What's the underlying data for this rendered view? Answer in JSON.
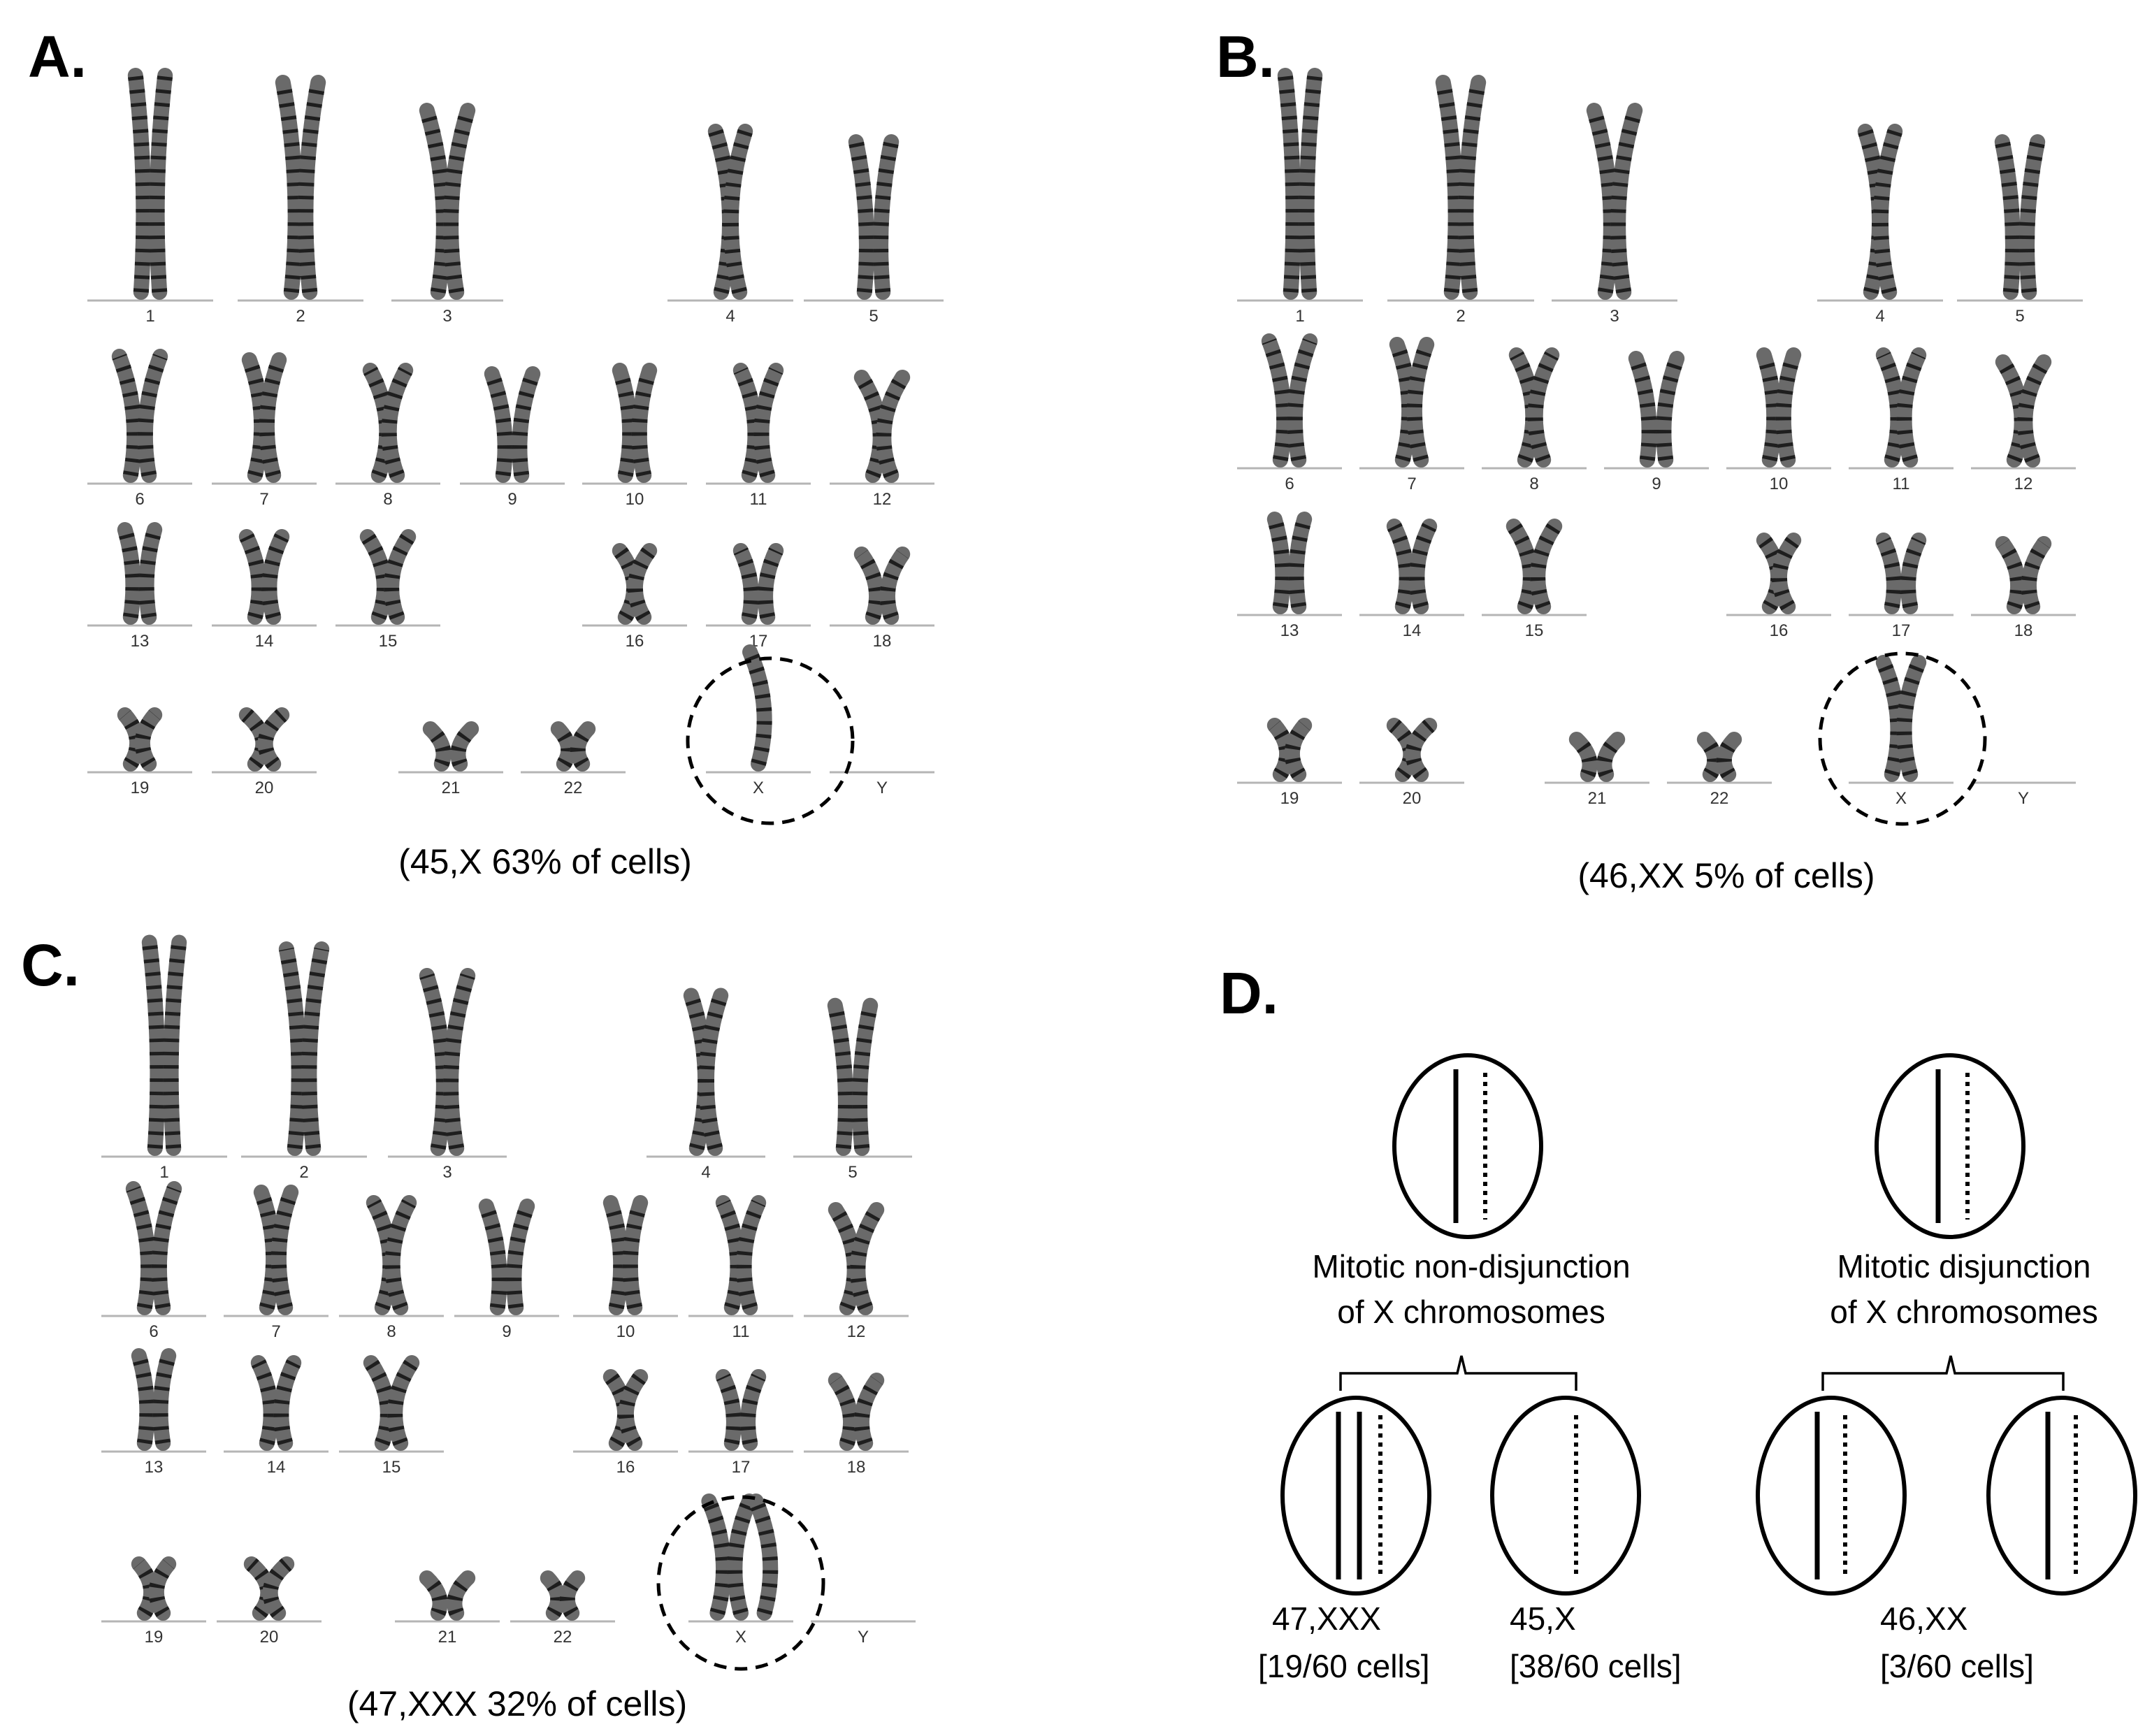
{
  "panels": [
    {
      "letter": "A.",
      "caption": "(45,X 63% of cells)",
      "labels": [
        "1",
        "2",
        "3",
        "4",
        "5",
        "6",
        "7",
        "8",
        "9",
        "10",
        "11",
        "12",
        "13",
        "14",
        "15",
        "16",
        "17",
        "18",
        "19",
        "20",
        "21",
        "22",
        "X",
        "Y"
      ]
    },
    {
      "letter": "B.",
      "caption": "(46,XX 5% of cells)",
      "labels": [
        "1",
        "2",
        "3",
        "4",
        "5",
        "6",
        "7",
        "8",
        "9",
        "10",
        "11",
        "12",
        "13",
        "14",
        "15",
        "16",
        "17",
        "18",
        "19",
        "20",
        "21",
        "22",
        "X",
        "Y"
      ]
    },
    {
      "letter": "C.",
      "caption": "(47,XXX 32% of cells)",
      "labels": [
        "1",
        "2",
        "3",
        "4",
        "5",
        "6",
        "7",
        "8",
        "9",
        "10",
        "11",
        "12",
        "13",
        "14",
        "15",
        "16",
        "17",
        "18",
        "19",
        "20",
        "21",
        "22",
        "X",
        "Y"
      ]
    }
  ],
  "panel_d": {
    "letter": "D.",
    "left_process": [
      "Mitotic non-disjunction",
      "of X chromosomes"
    ],
    "right_process": [
      "Mitotic disjunction",
      "of X chromosomes"
    ],
    "result_xxx": [
      "47,XXX",
      "[19/60 cells]"
    ],
    "result_x": [
      "45,X",
      "[38/60 cells]"
    ],
    "result_xx": [
      "46,XX",
      "[3/60 cells]"
    ]
  }
}
